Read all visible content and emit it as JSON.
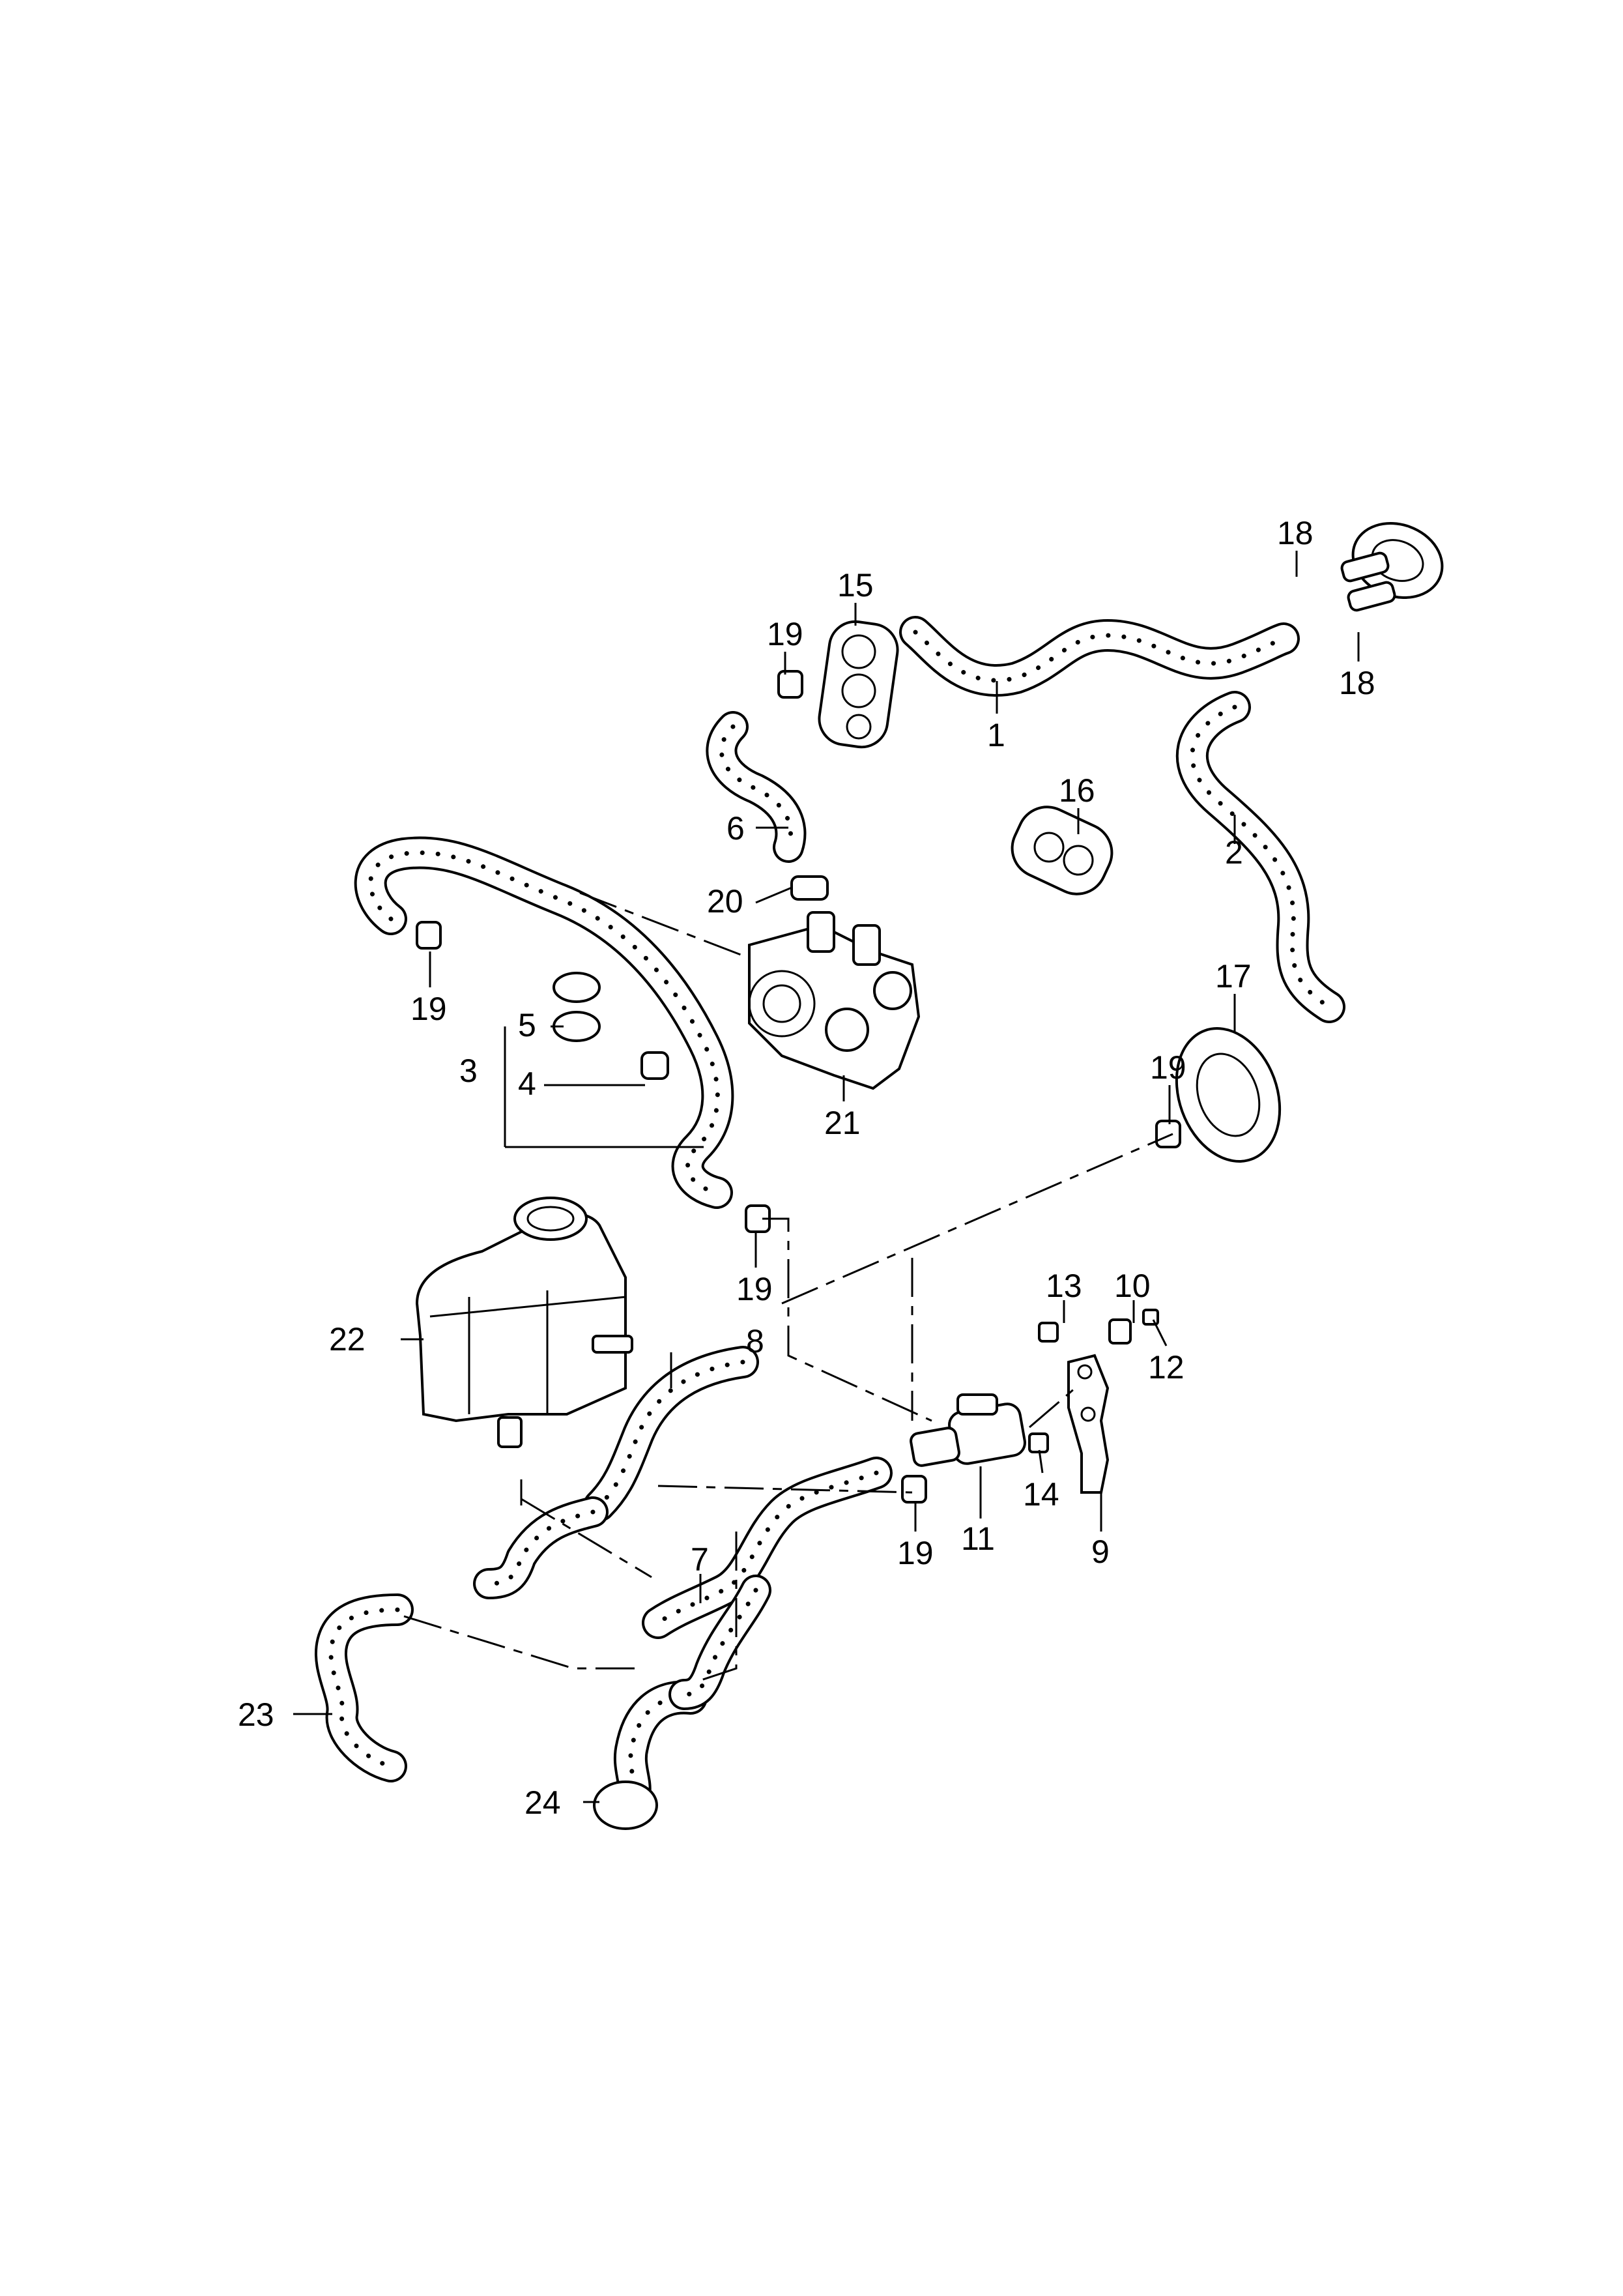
{
  "callouts": {
    "c1": "1",
    "c2": "2",
    "c3": "3",
    "c4": "4",
    "c5": "5",
    "c6": "6",
    "c7": "7",
    "c8": "8",
    "c9": "9",
    "c10": "10",
    "c11": "11",
    "c12": "12",
    "c13": "13",
    "c14": "14",
    "c15": "15",
    "c16": "16",
    "c17": "17",
    "c18a": "18",
    "c18b": "18",
    "c19a": "19",
    "c19b": "19",
    "c19c": "19",
    "c19d": "19",
    "c19e": "19",
    "c20": "20",
    "c21": "21",
    "c22": "22",
    "c23": "23",
    "c24": "24"
  }
}
